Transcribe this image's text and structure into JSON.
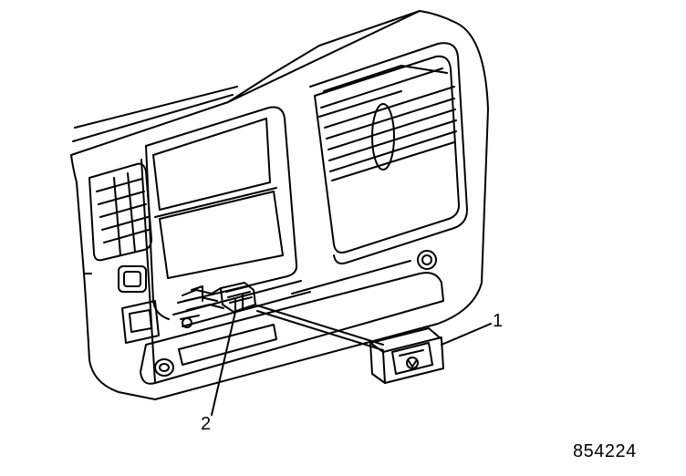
{
  "callouts": [
    {
      "id": "1",
      "text": "1"
    },
    {
      "id": "2",
      "text": "2"
    }
  ],
  "figure_number": "854224",
  "colors": {
    "line": "#000000",
    "background": "#ffffff"
  }
}
